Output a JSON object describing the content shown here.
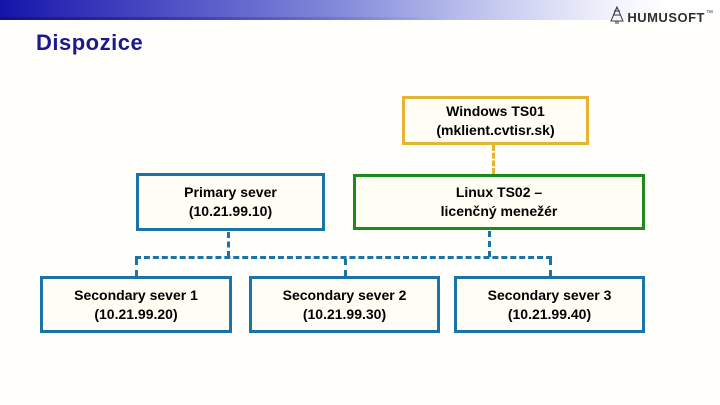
{
  "slide": {
    "title": "Dispozice",
    "logo": {
      "icon": "tree-sketch-icon",
      "text": "HUMUSOFT",
      "mark": "™"
    }
  },
  "diagram": {
    "nodes": [
      {
        "id": "windows-ts01",
        "line1": "Windows TS01",
        "line2": "(mklient.cvtisr.sk)",
        "border_color": "#e3b532"
      },
      {
        "id": "primary-server",
        "line1": "Primary sever",
        "line2": "(10.21.99.10)",
        "border_color": "#1b74a8"
      },
      {
        "id": "linux-ts02",
        "line1": "Linux TS02 –",
        "line2": "licenčný menežér",
        "border_color": "#1e8a1e"
      },
      {
        "id": "secondary-server-1",
        "line1": "Secondary sever 1",
        "line2": "(10.21.99.20)",
        "border_color": "#1b74a8"
      },
      {
        "id": "secondary-server-2",
        "line1": "Secondary sever 2",
        "line2": "(10.21.99.30)",
        "border_color": "#1b74a8"
      },
      {
        "id": "secondary-server-3",
        "line1": "Secondary sever 3",
        "line2": "(10.21.99.40)",
        "border_color": "#1b74a8"
      }
    ],
    "edges": [
      {
        "from": "windows-ts01",
        "to": "linux-ts02",
        "style": "dashed",
        "color": "#e3b532"
      },
      {
        "from": "primary-server",
        "to": "secondary-server-1",
        "style": "dashed",
        "color": "#1b74a8"
      },
      {
        "from": "primary-server",
        "to": "secondary-server-2",
        "style": "dashed",
        "color": "#1b74a8"
      },
      {
        "from": "primary-server",
        "to": "secondary-server-3",
        "style": "dashed",
        "color": "#1b74a8"
      },
      {
        "from": "linux-ts02",
        "to": "secondary-server-1",
        "style": "dashed",
        "color": "#1b74a8"
      },
      {
        "from": "linux-ts02",
        "to": "secondary-server-2",
        "style": "dashed",
        "color": "#1b74a8"
      },
      {
        "from": "linux-ts02",
        "to": "secondary-server-3",
        "style": "dashed",
        "color": "#1b74a8"
      }
    ]
  },
  "colors": {
    "accent_blue": "#1b74a8",
    "accent_green": "#1e8a1e",
    "accent_gold": "#e3b532",
    "title_navy": "#1a1a8c",
    "topbar_gradient_start": "#1414a8",
    "topbar_gradient_end": "#ffffff",
    "background": "#fffefa"
  }
}
